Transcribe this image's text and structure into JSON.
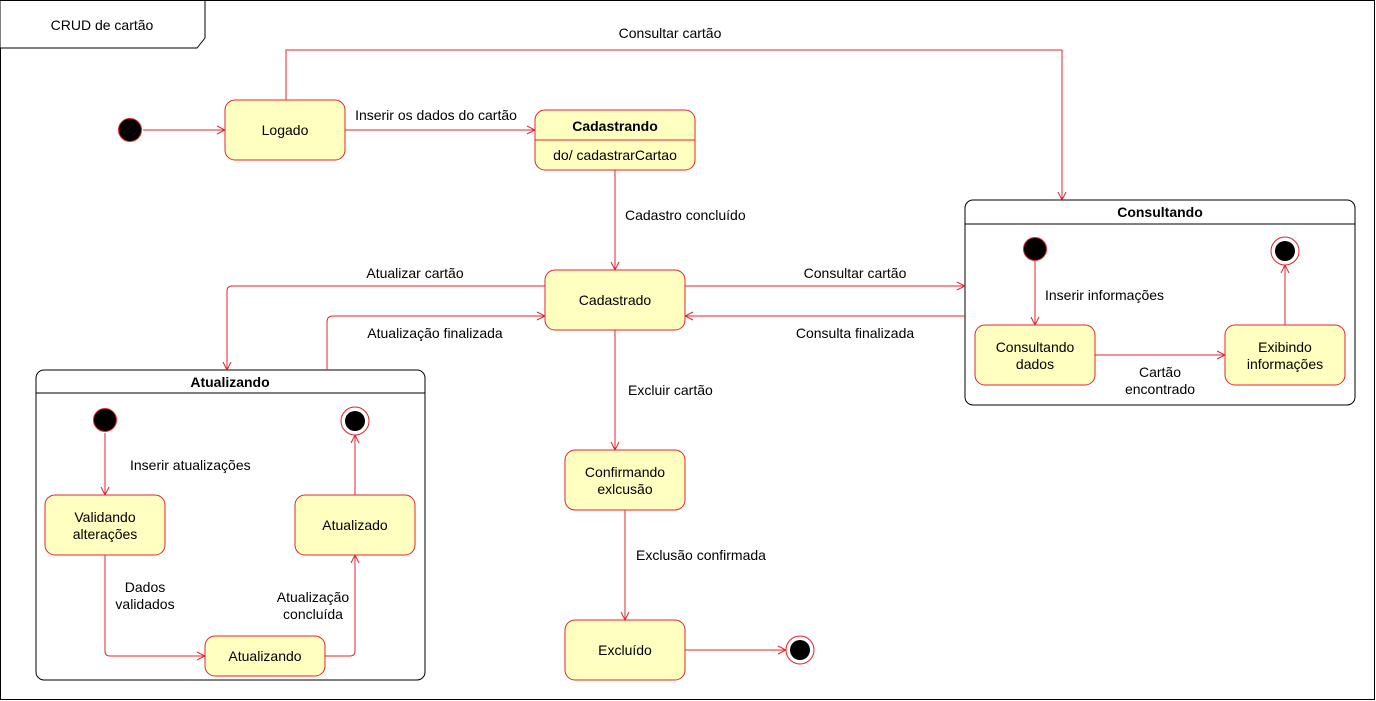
{
  "frame": {
    "title": "CRUD de cartão"
  },
  "states": {
    "logado": "Logado",
    "cadastrando": {
      "name": "Cadastrando",
      "action": "do/ cadastrarCartao"
    },
    "cadastrado": "Cadastrado",
    "confirmando": [
      "Confirmando",
      "exlcusão"
    ],
    "excluido": "Excluído",
    "atualizando_composite": "Atualizando",
    "validando": [
      "Validando",
      "alterações"
    ],
    "atualizado": "Atualizado",
    "atualizando_inner": "Atualizando",
    "consultando_composite": "Consultando",
    "consultando_dados": [
      "Consultando",
      "dados"
    ],
    "exibindo": [
      "Exibindo",
      "informações"
    ]
  },
  "transitions": {
    "inserir_dados": "Inserir os dados do cartão",
    "consultar_top": "Consultar cartão",
    "cadastro_concluido": "Cadastro concluído",
    "atualizar_cartao": "Atualizar cartão",
    "atualizacao_finalizada": "Atualização finalizada",
    "consultar_cartao": "Consultar cartão",
    "consulta_finalizada": "Consulta finalizada",
    "excluir_cartao": "Excluir cartão",
    "exclusao_confirmada": "Exclusão confirmada",
    "inserir_atualizacoes": "Inserir atualizações",
    "dados_validados": [
      "Dados",
      "validados"
    ],
    "atualizacao_concluida": [
      "Atualização",
      "concluída"
    ],
    "inserir_informacoes": "Inserir informações",
    "cartao_encontrado": [
      "Cartão",
      "encontrado"
    ]
  }
}
